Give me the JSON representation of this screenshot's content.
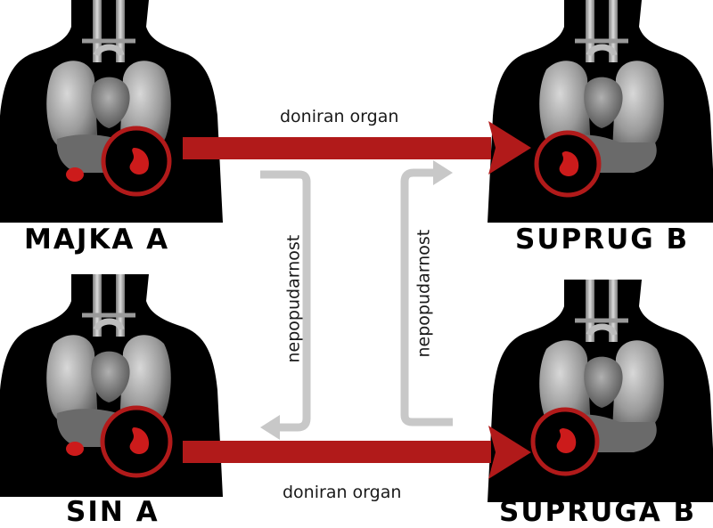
{
  "diagram": {
    "people": {
      "top_left": {
        "label": "MAJKA A"
      },
      "top_right": {
        "label": "SUPRUG B"
      },
      "bottom_left": {
        "label": "SIN A"
      },
      "bottom_right": {
        "label": "SUPRUGA B"
      }
    },
    "flows": {
      "top": {
        "label": "doniran organ"
      },
      "bottom": {
        "label": "doniran organ"
      }
    },
    "compatibility": {
      "left": {
        "label": "nepopudarnost"
      },
      "right": {
        "label": "nepopudarnost"
      }
    },
    "colors": {
      "silhouette": "#000000",
      "organ_dark": "#3a3a3a",
      "organ_light": "#b5b5b5",
      "kidney_accent": "#cc1b1b",
      "arrow_red": "#b11a1a",
      "arrow_grey": "#c8c8c8",
      "background": "#ffffff"
    }
  }
}
